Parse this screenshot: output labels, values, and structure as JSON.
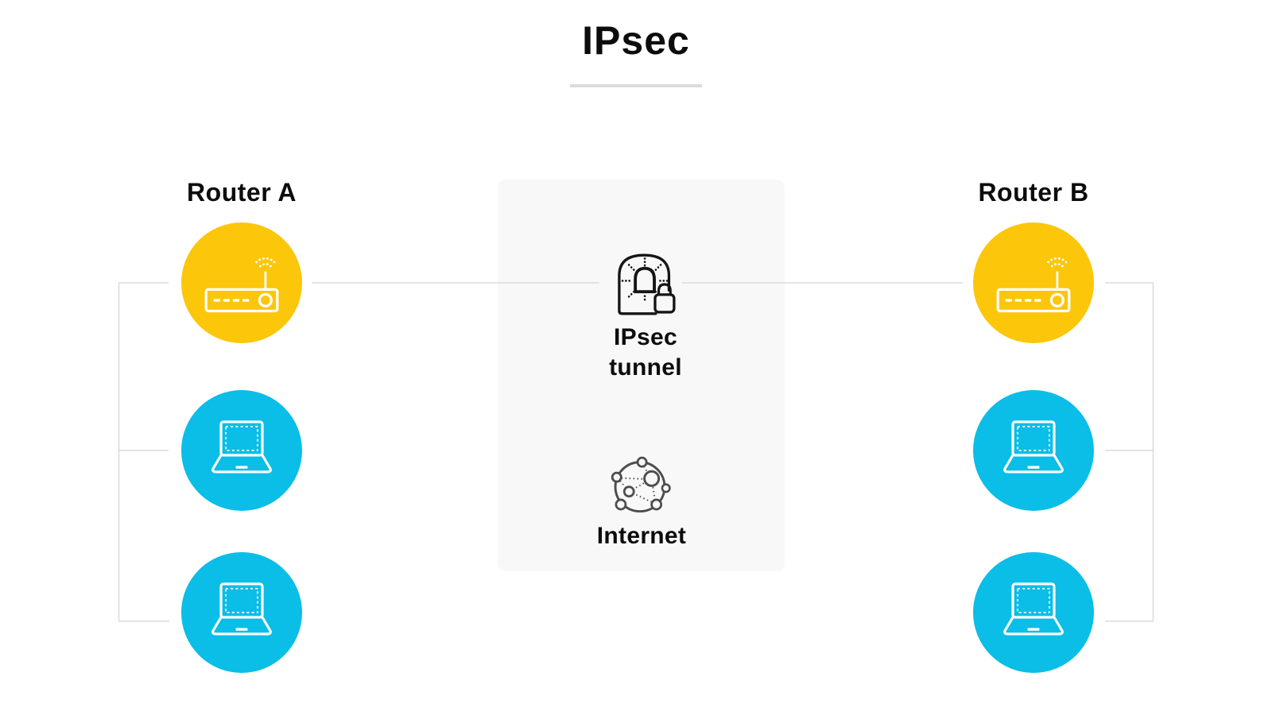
{
  "title": "IPsec",
  "left_group": {
    "label": "Router A"
  },
  "right_group": {
    "label": "Router B"
  },
  "center_panel": {
    "tunnel_label": "IPsec tunnel",
    "internet_label": "Internet"
  },
  "icons": {
    "router": "wireless-router-icon",
    "laptop": "laptop-icon",
    "tunnel": "tunnel-lock-icon",
    "internet": "globe-network-icon"
  },
  "colors": {
    "router_circle": "#FCC60A",
    "device_circle": "#0ABEE7",
    "panel_bg": "#F8F8F8",
    "line": "#DBDBDB",
    "underline": "#DBDBDB",
    "text": "#0C0C0C",
    "icon_stroke": "#FFFFFF",
    "tunnel_stroke": "#151515",
    "globe_stroke": "#4D4D4D"
  }
}
